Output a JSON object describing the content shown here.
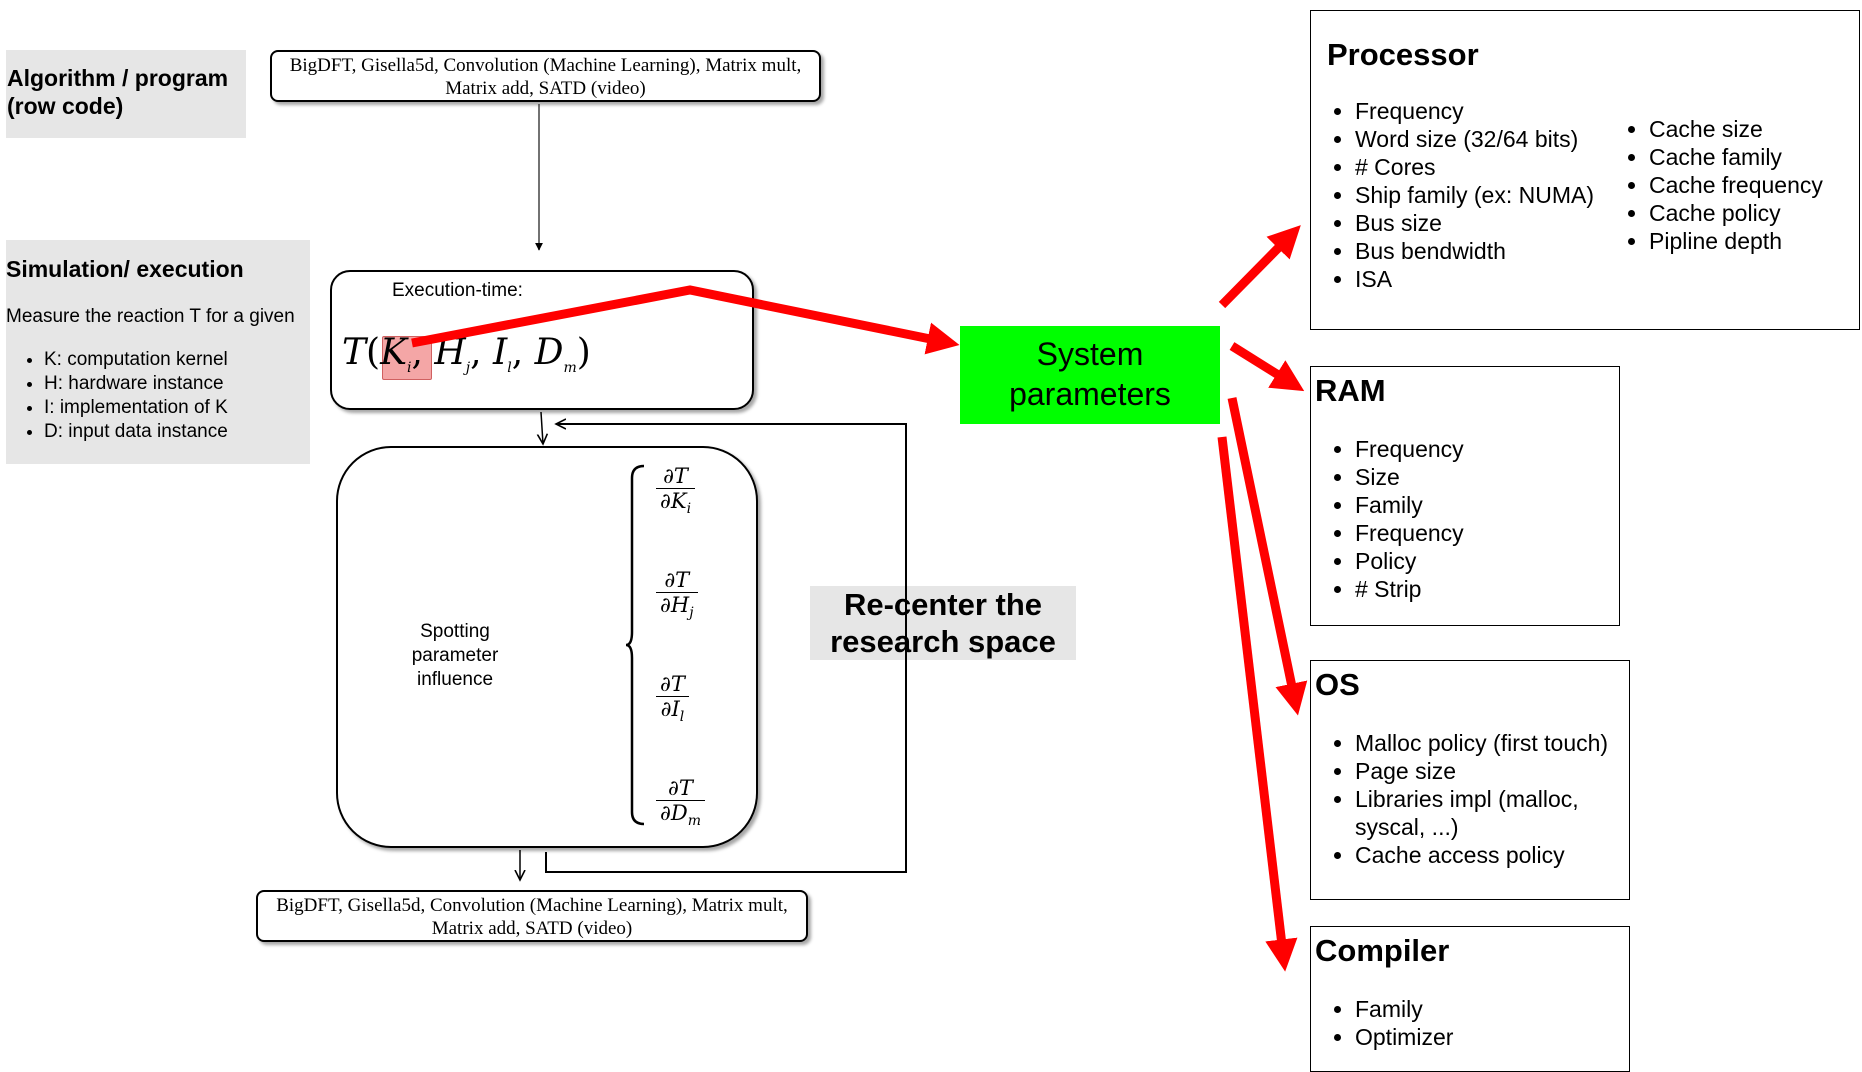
{
  "left_panel": {
    "algorithm_label": "Algorithm / program (row code)",
    "simulation_title": "Simulation/ execution",
    "simulation_desc": "Measure the reaction T for a given",
    "simulation_items": [
      "K: computation kernel",
      "H: hardware instance",
      "I: implementation of K",
      "D: input data instance"
    ]
  },
  "benchmarks_top": "BigDFT, Gisella5d, Convolution (Machine Learning), Matrix mult, Matrix add, SATD (video)",
  "benchmarks_bottom": "BigDFT, Gisella5d, Convolution (Machine Learning), Matrix mult, Matrix add, SATD (video)",
  "execution": {
    "label": "Execution-time:",
    "formula": {
      "func": "T",
      "arg_k": "K",
      "sub_k": "i",
      "arg_h": "H",
      "sub_h": "j",
      "arg_i": "I",
      "sub_i": "l",
      "arg_d": "D",
      "sub_d": "m"
    }
  },
  "spotting": {
    "label": "Spotting parameter influence",
    "partials": [
      {
        "num": "∂T",
        "den": "∂K",
        "sub": "i"
      },
      {
        "num": "∂T",
        "den": "∂H",
        "sub": "j"
      },
      {
        "num": "∂T",
        "den": "∂I",
        "sub": "l"
      },
      {
        "num": "∂T",
        "den": "∂D",
        "sub": "m"
      }
    ]
  },
  "recenter_label": "Re-center the research space",
  "system_parameters": {
    "label": "System parameters",
    "color": "#00ff00"
  },
  "arrow_color": "#ff0000",
  "processor": {
    "title": "Processor",
    "items_left": [
      "Frequency",
      "Word size (32/64 bits)",
      "# Cores",
      "Ship family (ex: NUMA)",
      "Bus size",
      "Bus bendwidth",
      "ISA"
    ],
    "items_right": [
      "Cache size",
      "Cache family",
      "Cache frequency",
      "Cache policy",
      "Pipline depth"
    ]
  },
  "ram": {
    "title": "RAM",
    "items": [
      "Frequency",
      "Size",
      "Family",
      "Frequency",
      "Policy",
      "# Strip"
    ]
  },
  "os": {
    "title": "OS",
    "items": [
      "Malloc policy (first touch)",
      "Page size",
      "Libraries impl (malloc, syscal, ...)",
      "Cache access policy"
    ]
  },
  "compiler": {
    "title": "Compiler",
    "items": [
      "Family",
      "Optimizer"
    ]
  }
}
